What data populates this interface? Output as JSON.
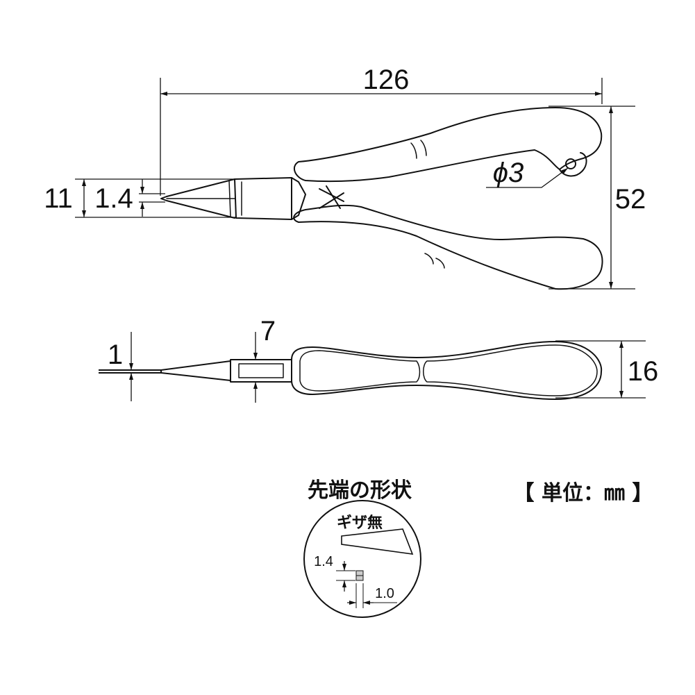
{
  "dimensions": {
    "total_length": "126",
    "pivot_hole": "ϕ3",
    "handle_spread": "52",
    "jaw_height": "11",
    "tip_height": "1.4",
    "tip_thickness": "1",
    "joint_thickness": "7",
    "handle_thickness": "16"
  },
  "detail": {
    "title": "先端の形状",
    "serration": "ギザ無",
    "tip_height": "1.4",
    "tip_width": "1.0"
  },
  "unit_label": "【 単位：㎜ 】"
}
